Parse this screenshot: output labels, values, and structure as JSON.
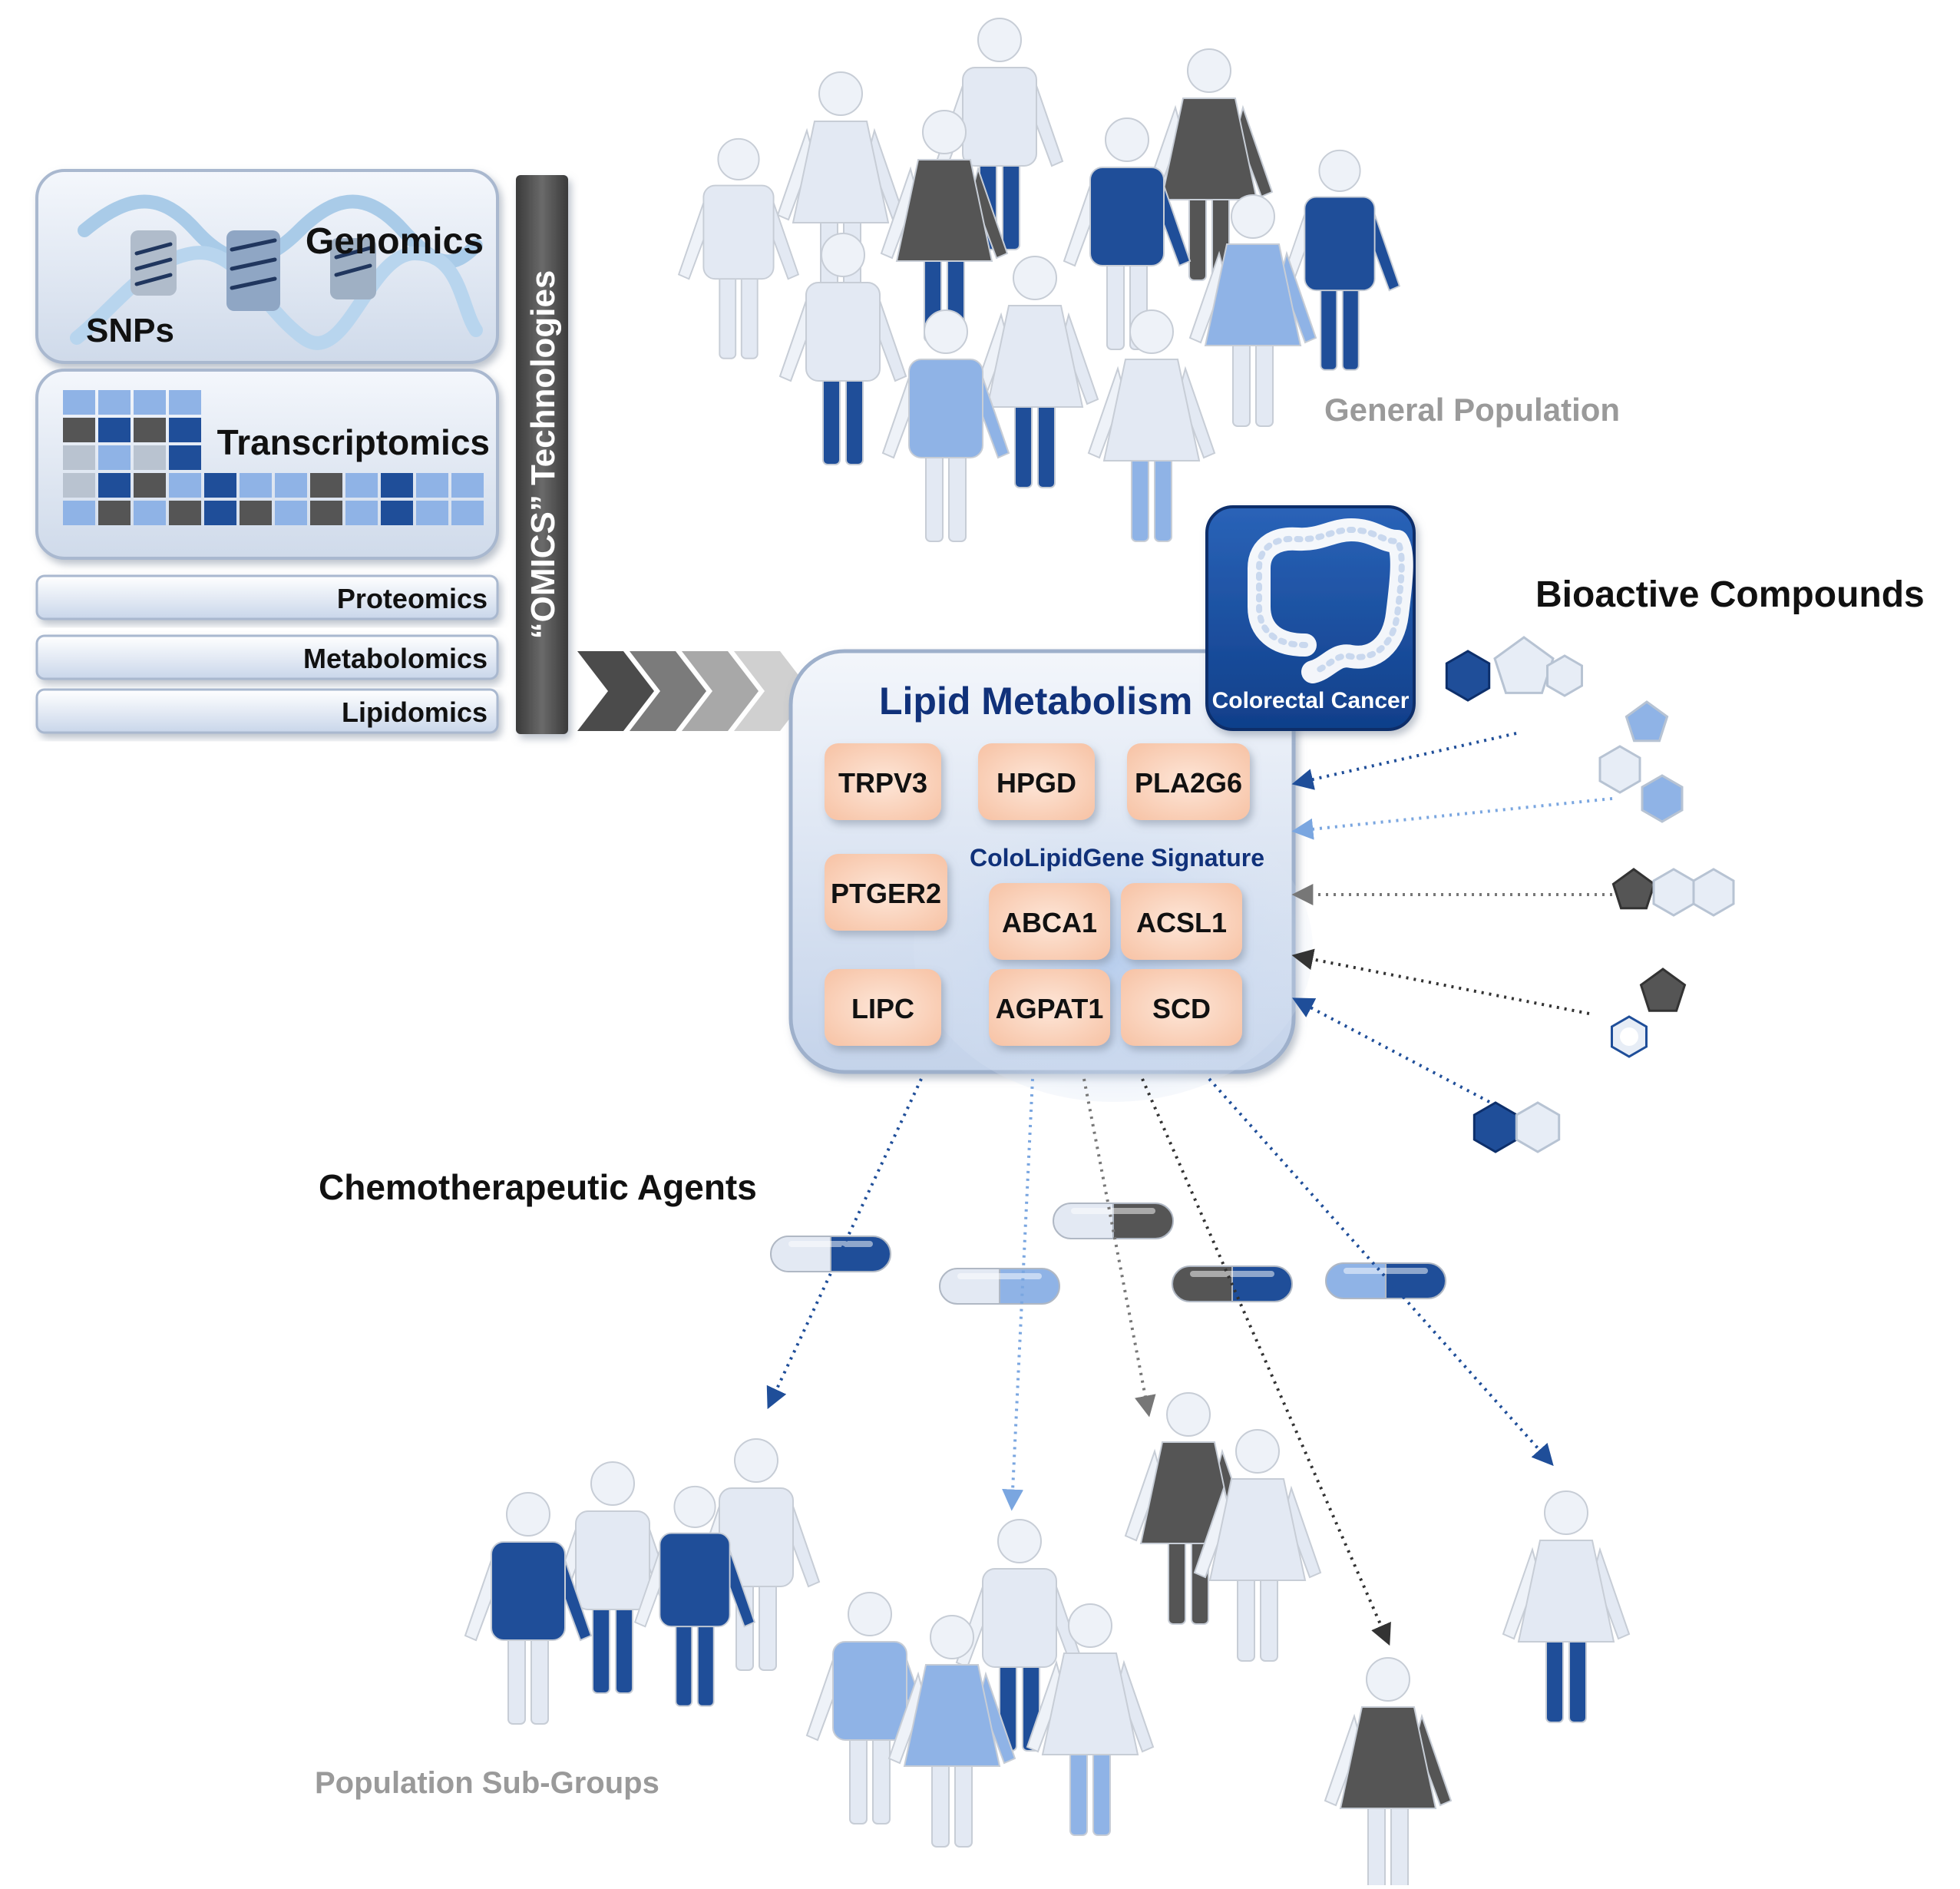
{
  "colors": {
    "navy": "#1f4e99",
    "mid_blue": "#8fb3e6",
    "pale_blue": "#dde6f3",
    "dark_gray": "#555555",
    "gene_box": "#fbd7c3",
    "title_navy": "#10317a",
    "label_gray": "#9a9a9a"
  },
  "omics": {
    "genomics_label": "Genomics",
    "snps_label": "SNPs",
    "transcriptomics_label": "Transcriptomics",
    "proteomics_label": "Proteomics",
    "metabolomics_label": "Metabolomics",
    "lipidomics_label": "Lipidomics",
    "vertical_bar_label": "“OMICS” Technologies"
  },
  "general_population_label": "General Population",
  "lipid_metabolism": {
    "title": "Lipid Metabolism",
    "genes": {
      "trpv3": "TRPV3",
      "hpgd": "HPGD",
      "pla2g6": "PLA2G6",
      "ptger2": "PTGER2",
      "lipc": "LIPC"
    },
    "signature_title": "ColoLipidGene Signature",
    "signature_genes": {
      "abca1": "ABCA1",
      "acsl1": "ACSL1",
      "agpat1": "AGPAT1",
      "scd": "SCD"
    }
  },
  "colorectal_cancer_label": "Colorectal Cancer",
  "bioactive_compounds_label": "Bioactive Compounds",
  "chemotherapeutic_agents_label": "Chemotherapeutic Agents",
  "population_subgroups_label": "Population Sub-Groups"
}
